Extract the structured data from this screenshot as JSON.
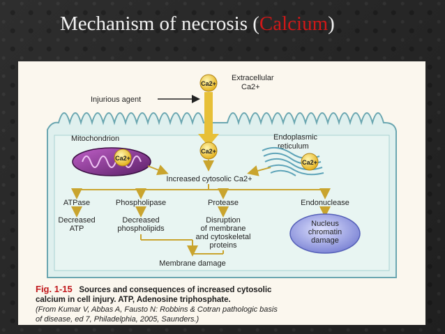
{
  "slide": {
    "title_prefix": "Mechanism of necrosis (",
    "title_highlight": "Calcium",
    "title_suffix": ")",
    "colors": {
      "background": "#2a2a2a",
      "title": "#f2f2f2",
      "highlight": "#d01818"
    }
  },
  "diagram": {
    "ca_label": "Ca2+",
    "extracellular": [
      "Extracellular",
      "Ca2+"
    ],
    "injurious_agent": "Injurious agent",
    "mitochondrion": "Mitochondrion",
    "endoplasmic_reticulum": [
      "Endoplasmic",
      "reticulum"
    ],
    "increased_cytosolic": "Increased cytosolic Ca2+",
    "enzymes": [
      "ATPase",
      "Phospholipase",
      "Protease",
      "Endonuclease"
    ],
    "decreased_atp": [
      "Decreased",
      "ATP"
    ],
    "decreased_phospholipids": [
      "Decreased",
      "phospholipids"
    ],
    "disruption": [
      "Disruption",
      "of membrane",
      "and cytoskeletal",
      "proteins"
    ],
    "nucleus": [
      "Nucleus",
      "chromatin",
      "damage"
    ],
    "membrane_damage": "Membrane damage"
  },
  "caption": {
    "fig_label": "Fig. 1-15",
    "line1": "Sources and consequences of increased cytosolic",
    "line2": "calcium in cell injury. ATP, Adenosine triphosphate.",
    "source1": "(From Kumar V, Abbas A, Fausto N: Robbins & Cotran pathologic basis",
    "source2": "of disease, ed 7, Philadelphia, 2005, Saunders.)"
  }
}
